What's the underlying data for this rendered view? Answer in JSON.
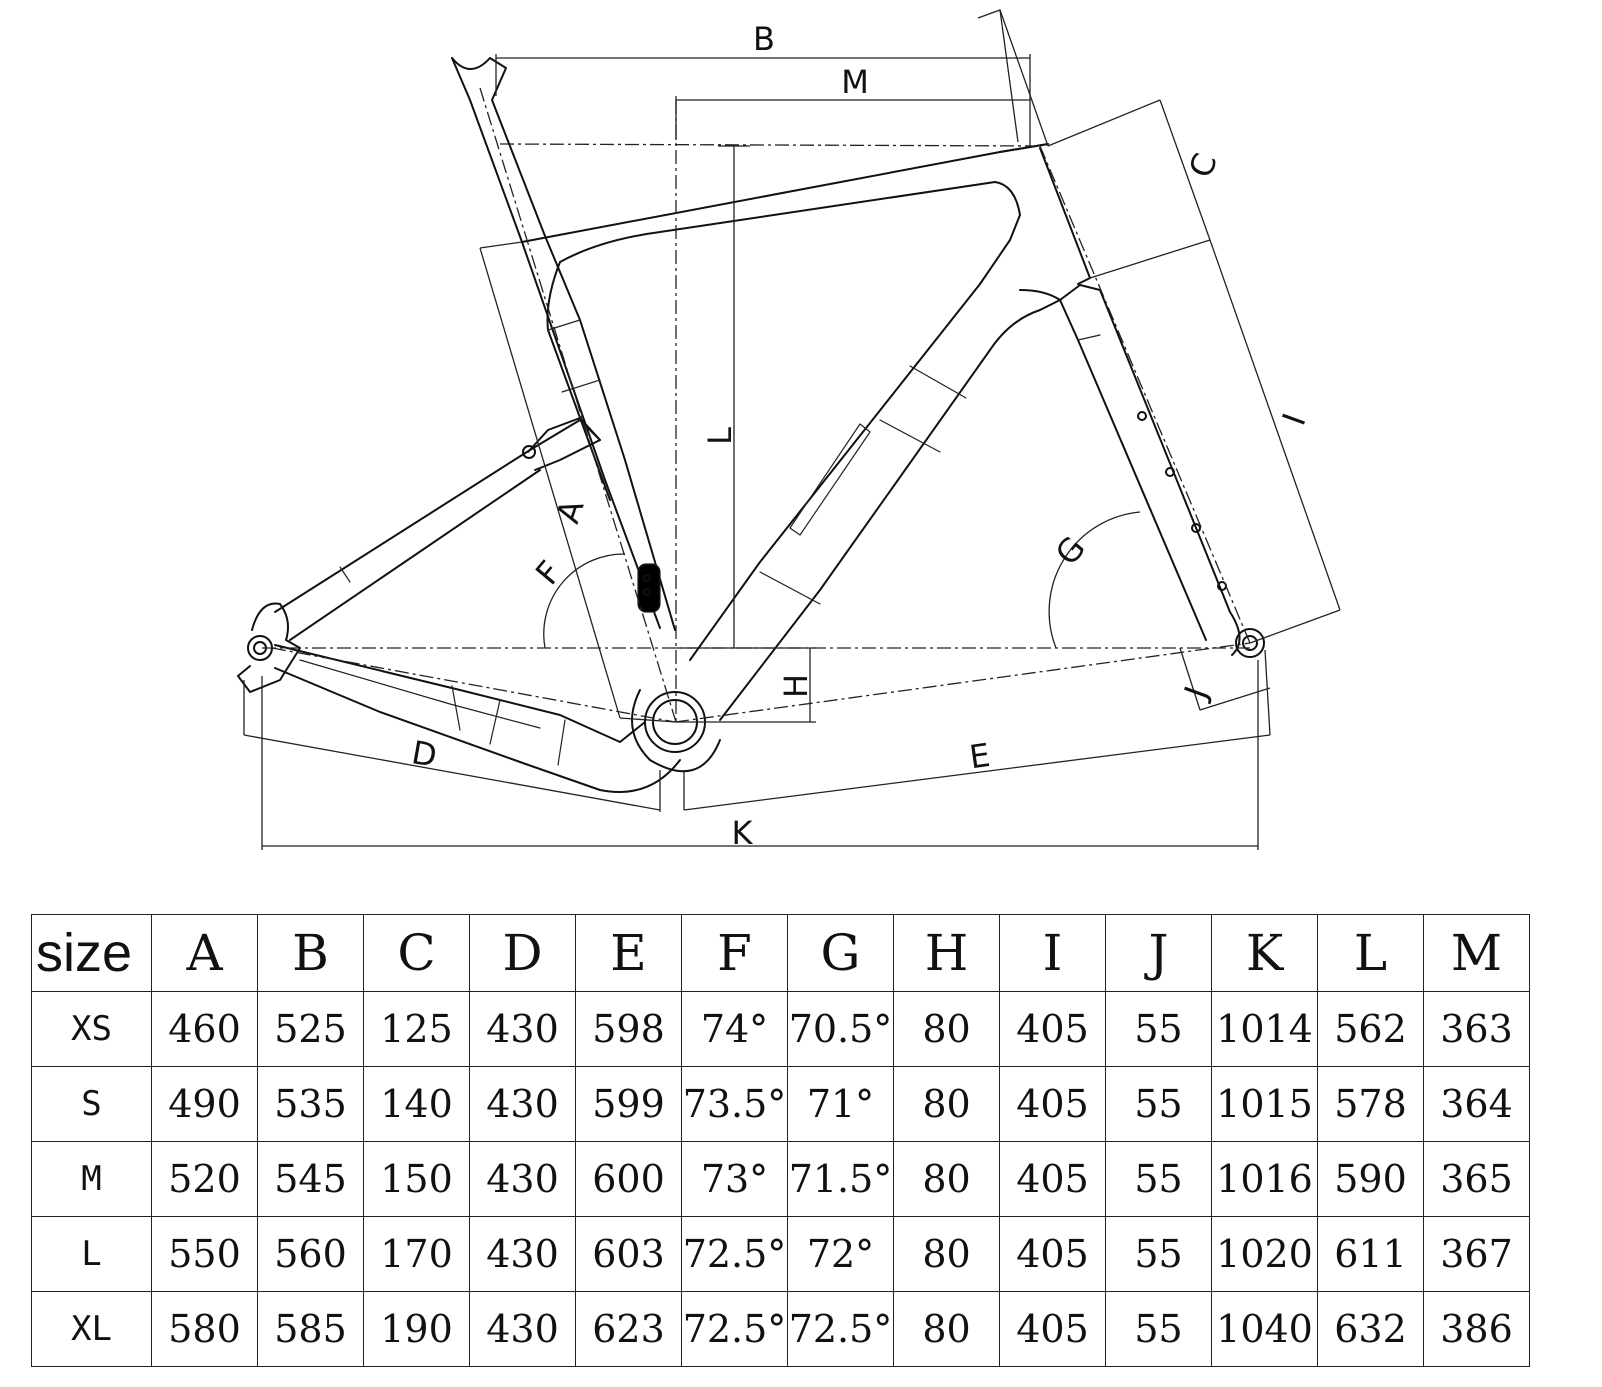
{
  "diagram": {
    "labels": {
      "A": "A",
      "B": "B",
      "C": "C",
      "D": "D",
      "E": "E",
      "F": "F",
      "G": "G",
      "H": "H",
      "I": "I",
      "J": "J",
      "K": "K",
      "L": "L",
      "M": "M"
    }
  },
  "table": {
    "headers": [
      "size",
      "A",
      "B",
      "C",
      "D",
      "E",
      "F",
      "G",
      "H",
      "I",
      "J",
      "K",
      "L",
      "M"
    ],
    "rows": [
      [
        "XS",
        "460",
        "525",
        "125",
        "430",
        "598",
        "74°",
        "70.5°",
        "80",
        "405",
        "55",
        "1014",
        "562",
        "363"
      ],
      [
        "S",
        "490",
        "535",
        "140",
        "430",
        "599",
        "73.5°",
        "71°",
        "80",
        "405",
        "55",
        "1015",
        "578",
        "364"
      ],
      [
        "M",
        "520",
        "545",
        "150",
        "430",
        "600",
        "73°",
        "71.5°",
        "80",
        "405",
        "55",
        "1016",
        "590",
        "365"
      ],
      [
        "L",
        "550",
        "560",
        "170",
        "430",
        "603",
        "72.5°",
        "72°",
        "80",
        "405",
        "55",
        "1020",
        "611",
        "367"
      ],
      [
        "XL",
        "580",
        "585",
        "190",
        "430",
        "623",
        "72.5°",
        "72.5°",
        "80",
        "405",
        "55",
        "1040",
        "632",
        "386"
      ]
    ]
  }
}
